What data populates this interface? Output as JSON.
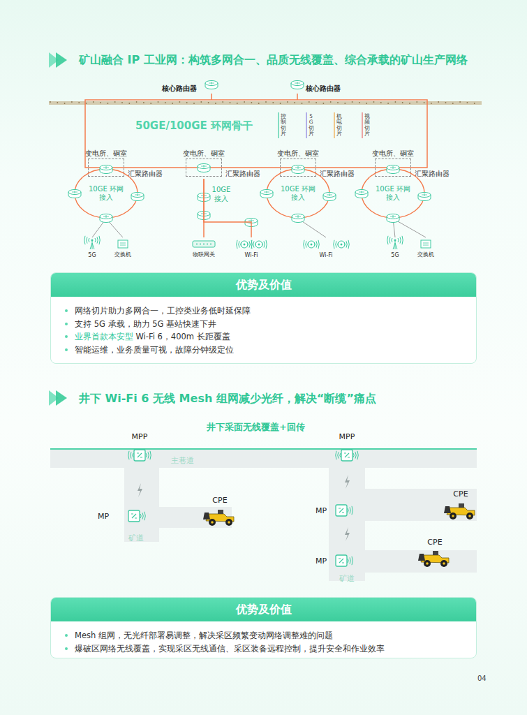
{
  "diagram": {
    "title": "矿山融合 IP 工业网：构筑多网合一、品质无线覆盖、综合承载的矿山生产网络",
    "nodes": [
      {
        "text": [
          "核心路由器"
        ]
      },
      {
        "text": [
          "核心路由器"
        ]
      },
      {
        "text": [
          "50GE/100GE 环网骨干"
        ]
      },
      {
        "text": [
          "变电所、硐室"
        ]
      },
      {
        "text": [
          "汇聚路由器"
        ]
      },
      {
        "text": [
          "变电所、硐室"
        ]
      },
      {
        "text": [
          "汇聚路由器"
        ]
      },
      {
        "text": [
          "变电所、硐室"
        ]
      },
      {
        "text": [
          "汇聚路由器"
        ]
      },
      {
        "text": [
          "变电所、硐室"
        ]
      },
      {
        "text": [
          "汇聚路由器"
        ]
      },
      {
        "text": [
          "10GE 环网接入"
        ]
      },
      {
        "text": [
          "10GE 环网接入"
        ]
      },
      {
        "text": [
          "10GE 环网接入"
        ]
      },
      {
        "text": [
          "5G"
        ]
      },
      {
        "text": [
          "交换机"
        ]
      },
      {
        "text": [
          "物联网关"
        ]
      },
      {
        "text": [
          "Wi-Fi"
        ]
      },
      {
        "text": [
          "Wi-Fi"
        ]
      },
      {
        "text": [
          "5G"
        ]
      },
      {
        "text": [
          "交换机"
        ]
      },
      {
        "text": [
          "优势及价值",
          "网络切片助力多网合一，工控类业务低时延保障",
          "支持 5G 承载，助力 5G 基站快速下井",
          "业界首款本安型",
          "Wi-Fi 6，400m 长距覆盖",
          "智能运维，业务质量可视，故障分钟级定位"
        ]
      },
      {
        "text": [
          "MPP"
        ]
      },
      {
        "text": [
          "MP"
        ]
      },
      {
        "text": [
          "CPE"
        ]
      },
      {
        "text": [
          "MPP"
        ]
      },
      {
        "text": [
          "MP"
        ]
      },
      {
        "text": [
          "CPE"
        ]
      },
      {
        "text": [
          "MP"
        ]
      },
      {
        "text": [
          "CPE"
        ]
      },
      {
        "text": [
          "优势及价值",
          "Mesh 组网，无光纤部署易调整，解决采区频繁变动网络调整难的问题",
          "爆破区网络无线覆盖，实现采区无线通信、采区装备远程控制，提升安全和作业效率"
        ]
      }
    ],
    "edges": [
      {
        "from": 0,
        "to": 2,
        "arrow": "none"
      },
      {
        "from": 1,
        "to": 2,
        "arrow": "none"
      },
      {
        "from": 11,
        "to": 14,
        "arrow": "none"
      },
      {
        "from": 11,
        "to": 15,
        "arrow": "none"
      },
      {
        "from": 6,
        "to": 16,
        "arrow": "none"
      },
      {
        "from": 6,
        "to": 17,
        "arrow": "none"
      },
      {
        "from": 12,
        "to": 18,
        "arrow": "none"
      },
      {
        "from": 13,
        "to": 19,
        "arrow": "none"
      },
      {
        "from": 13,
        "to": 20,
        "arrow": "none"
      }
    ],
    "labels": [
      "控制切片",
      "5G切片",
      "机电切片",
      "视频切片",
      "10GE 接入",
      "井下 Wi-Fi 6 无线 Mesh 组网减少光纤，解决“断缆”痛点",
      "井下采面无线覆盖+回传",
      "主巷道",
      "矿道",
      "矿道",
      "04"
    ]
  }
}
